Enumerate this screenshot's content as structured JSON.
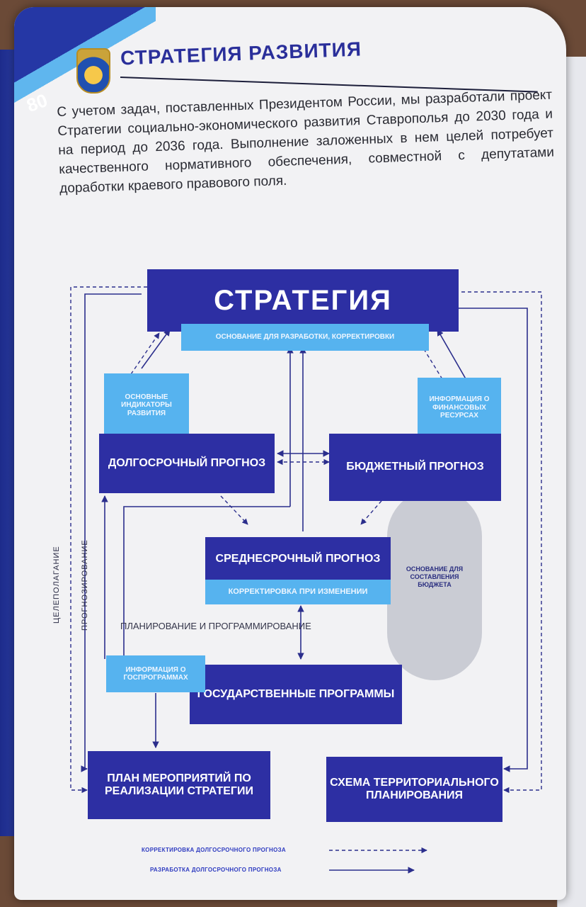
{
  "header": {
    "title": "СТРАТЕГИЯ РАЗВИТИЯ",
    "badge": "80",
    "intro": "С учетом задач, поставленных Президентом России, мы разработали проект Стратегии социально-экономического развития Ставрополья до 2030 года и на период до 2036 года. Выполнение заложенных в нем целей потребует качественного нормативного обеспечения, совместной с депутатами доработки краевого правового поля."
  },
  "diagram": {
    "strategy": "СТРАТЕГИЯ",
    "strategy_sub": "ОСНОВАНИЕ ДЛЯ РАЗРАБОТКИ, КОРРЕКТИРОВКИ",
    "indicators": "ОСНОВНЫЕ ИНДИКАТОРЫ РАЗВИТИЯ",
    "finance_info": "ИНФОРМАЦИЯ О ФИНАНСОВЫХ РЕСУРСАХ",
    "long_forecast": "ДОЛГОСРОЧНЫЙ ПРОГНОЗ",
    "budget_forecast": "БЮДЖЕТНЫЙ ПРОГНОЗ",
    "medium_forecast": "СРЕДНЕСРОЧНЫЙ ПРОГНОЗ",
    "medium_sub": "КОРРЕКТИРОВКА ПРИ ИЗМЕНЕНИИ",
    "budget_basis": "ОСНОВАНИЕ ДЛЯ СОСТАВЛЕНИЯ БЮДЖЕТА",
    "planning_label": "ПЛАНИРОВАНИЕ И ПРОГРАММИРОВАНИЕ",
    "gosprog_info": "ИНФОРМАЦИЯ О ГОСПРОГРАММАХ",
    "gosprog": "ГОСУДАРСТВЕННЫЕ ПРОГРАММЫ",
    "action_plan": "ПЛАН МЕРОПРИЯТИЙ ПО РЕАЛИЗАЦИИ СТРАТЕГИИ",
    "territorial": "СХЕМА ТЕРРИТОРИАЛЬНОГО ПЛАНИРОВАНИЯ",
    "goal_setting": "ЦЕЛЕПОЛАГАНИЕ",
    "forecasting": "ПРОГНОЗИРОВАНИЕ"
  },
  "legend": {
    "dashed": "КОРРЕКТИРОВКА ДОЛГОСРОЧНОГО ПРОГНОЗА",
    "solid": "РАЗРАБОТКА ДОЛГОСРОЧНОГО ПРОГНОЗА"
  },
  "colors": {
    "dark_box": "#2d2fa3",
    "light_box": "#56b3ef",
    "text_title": "#2a2f9a"
  }
}
